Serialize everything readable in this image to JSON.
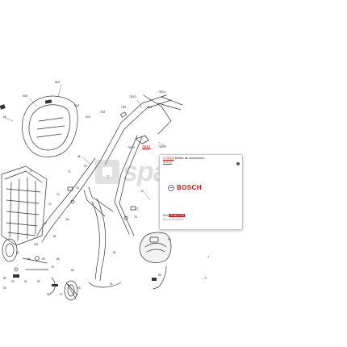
{
  "watermark": {
    "text": "spareka"
  },
  "popup": {
    "ref": "# 75/2/1",
    "title_text": " Boîtier de connecteur",
    "brand_line": "BOSCH",
    "logo_text": "BOSCH",
    "sku_label": "Sku: ",
    "sku_code": "F016L67219",
    "more_info": "Plus d'informations"
  },
  "nav": {
    "prev_glyph": "‹",
    "up_glyph": "˄"
  },
  "parts": [
    "63/4",
    "65",
    "66/2",
    "57/3",
    "75/2/4",
    "75/2/3",
    "75/1",
    "75/2",
    "75/3",
    "75/4",
    "75/2/2",
    "75/2/1",
    "75/2/5",
    "68",
    "69",
    "70",
    "71",
    "72",
    "73",
    "74",
    "75",
    "76",
    "77",
    "78",
    "79",
    "80",
    "81",
    "82",
    "83",
    "84",
    "85",
    "86",
    "87",
    "88",
    "89",
    "90",
    "91",
    "92",
    "93",
    "94",
    "95",
    "96",
    "97",
    "98",
    "99",
    "100"
  ]
}
